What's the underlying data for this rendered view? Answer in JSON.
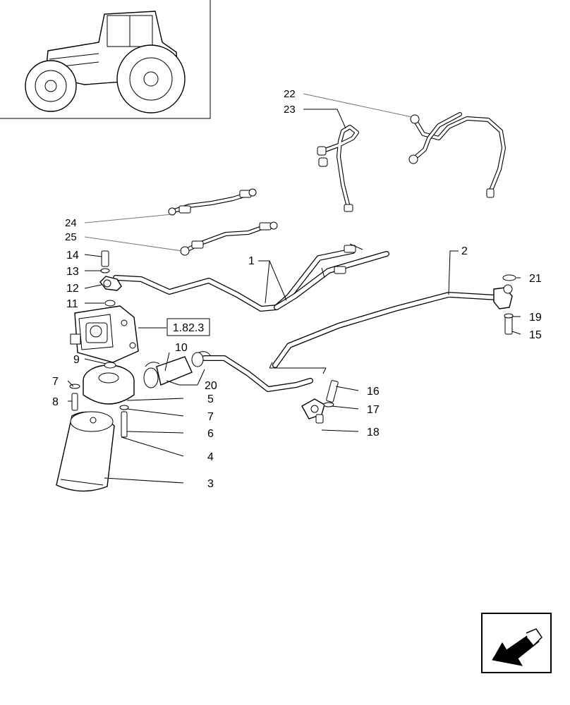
{
  "callouts": {
    "c1": "1",
    "c2": "2",
    "c3": "3",
    "c4": "4",
    "c5": "5",
    "c6": "6",
    "c7a": "7",
    "c7b": "7",
    "c8": "8",
    "c9": "9",
    "c10": "10",
    "c11": "11",
    "c12": "12",
    "c13": "13",
    "c14": "14",
    "c15": "15",
    "c16": "16",
    "c17": "17",
    "c18": "18",
    "c19": "19",
    "c20": "20",
    "c21": "21",
    "c22": "22",
    "c23": "23",
    "c24": "24",
    "c25": "25"
  },
  "reference_box": "1.82.3",
  "icons": {
    "thumbnail": "tractor-thumbnail-icon",
    "nav": "navigation-arrow-icon"
  }
}
